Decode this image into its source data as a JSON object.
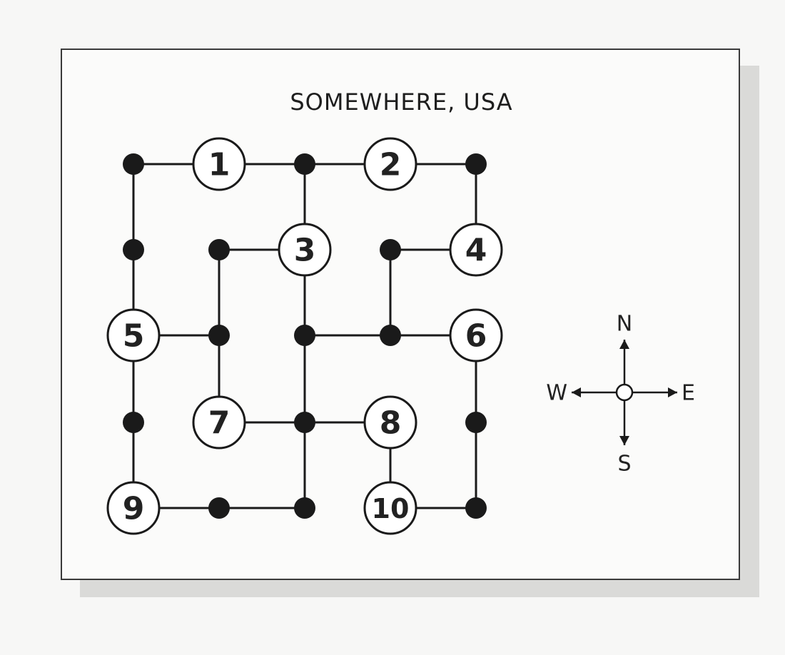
{
  "title": "SOMEWHERE, USA",
  "places": [
    {
      "id": "1",
      "label": "1"
    },
    {
      "id": "2",
      "label": "2"
    },
    {
      "id": "3",
      "label": "3"
    },
    {
      "id": "4",
      "label": "4"
    },
    {
      "id": "5",
      "label": "5"
    },
    {
      "id": "6",
      "label": "6"
    },
    {
      "id": "7",
      "label": "7"
    },
    {
      "id": "8",
      "label": "8"
    },
    {
      "id": "9",
      "label": "9"
    },
    {
      "id": "10",
      "label": "10"
    }
  ],
  "compass": {
    "north": "N",
    "south": "S",
    "east": "E",
    "west": "W"
  }
}
